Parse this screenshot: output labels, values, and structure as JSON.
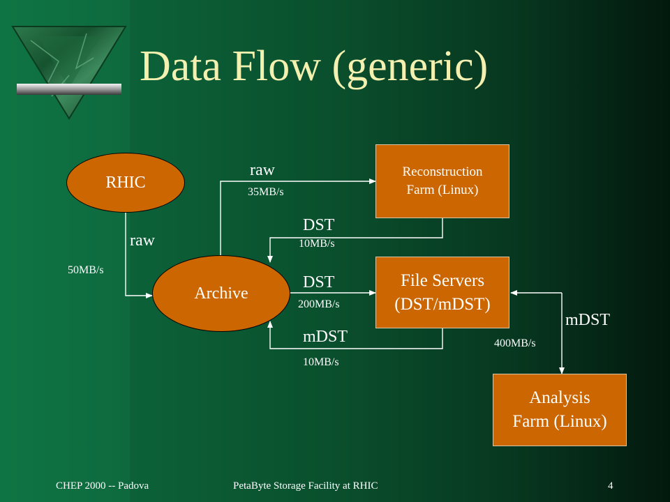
{
  "slide": {
    "title": "Data Flow (generic)",
    "footer": {
      "left": "CHEP 2000 -- Padova",
      "center": "PetaByte Storage Facility at RHIC",
      "page_number": "4"
    }
  },
  "nodes": {
    "rhic": "RHIC",
    "archive": "Archive",
    "reconstruction_farm": "Reconstruction\nFarm (Linux)",
    "file_servers": "File Servers\n(DST/mDST)",
    "analysis_farm": "Analysis\nFarm (Linux)"
  },
  "flows": {
    "rhic_to_archive": {
      "type": "raw",
      "rate": "50MB/s"
    },
    "archive_to_reconstruction": {
      "type": "raw",
      "rate": "35MB/s"
    },
    "reconstruction_to_archive": {
      "type": "DST",
      "rate": "10MB/s"
    },
    "archive_to_file_servers": {
      "type": "DST",
      "rate": "200MB/s"
    },
    "file_servers_to_archive": {
      "type": "mDST",
      "rate": "10MB/s"
    },
    "file_servers_analysis": {
      "type": "mDST",
      "rate": "400MB/s"
    }
  },
  "colors": {
    "node_fill": "#cc6600",
    "title_text": "#f3f0b0",
    "background_dark": "#03180d",
    "background_light": "#0e6a3e"
  },
  "icons": {
    "logo": "green-marble-triangle-logo"
  }
}
